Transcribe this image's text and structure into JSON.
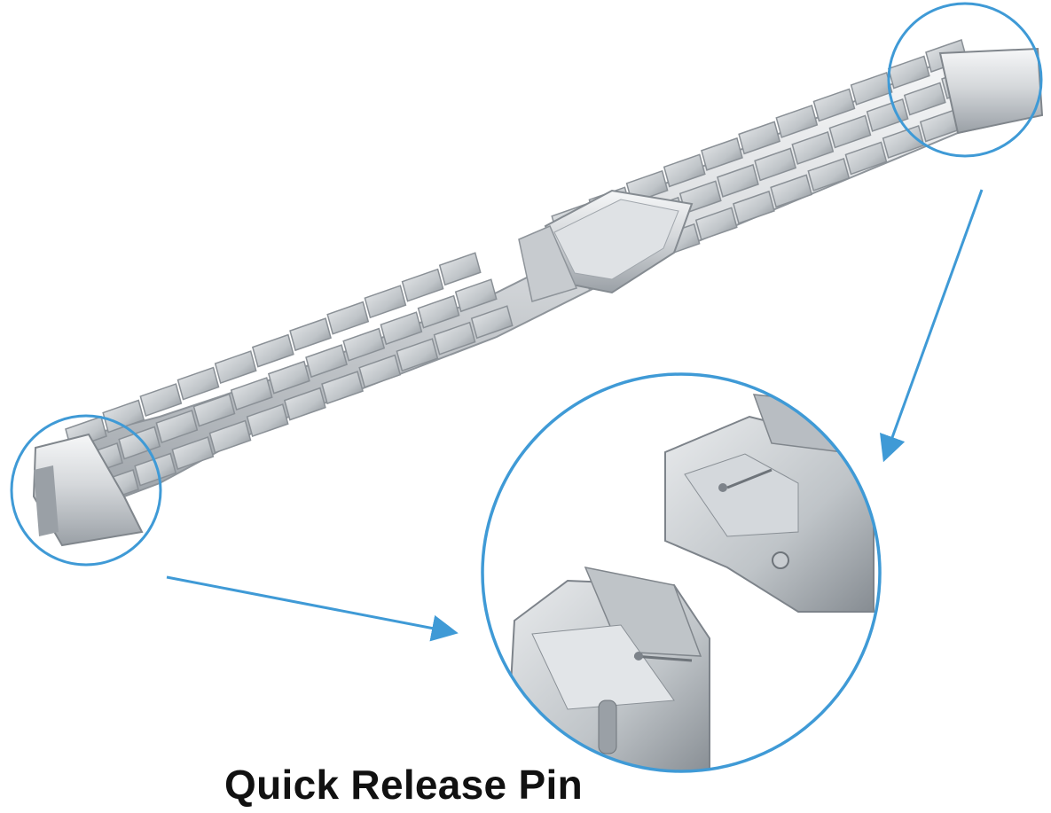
{
  "caption": "Quick Release Pin",
  "colors": {
    "accent": "#3f9ad6",
    "steel_light": "#eef0f2",
    "steel_mid": "#c9cdd1",
    "steel_dark": "#8e949a",
    "caption_text": "#111111"
  },
  "icons": [
    "magnifier-circle",
    "arrow"
  ]
}
